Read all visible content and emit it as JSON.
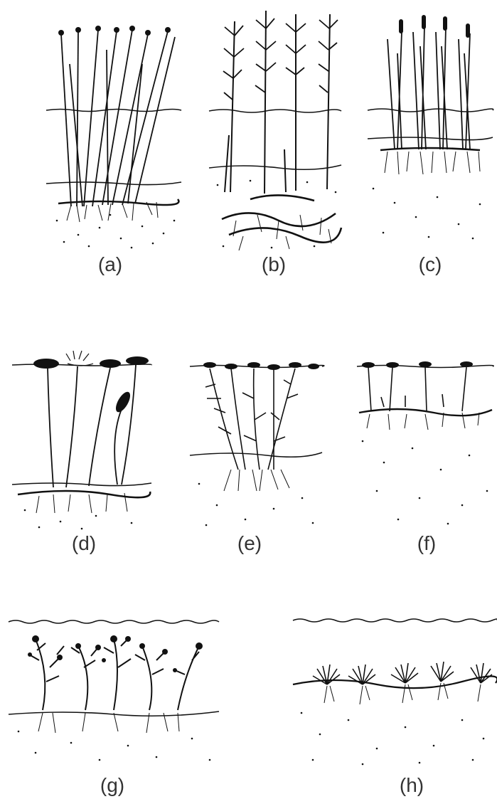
{
  "panels": [
    {
      "id": "a",
      "label": "(a)"
    },
    {
      "id": "b",
      "label": "(b)"
    },
    {
      "id": "c",
      "label": "(c)"
    },
    {
      "id": "d",
      "label": "(d)"
    },
    {
      "id": "e",
      "label": "(e)"
    },
    {
      "id": "f",
      "label": "(f)"
    },
    {
      "id": "g",
      "label": "(g)"
    },
    {
      "id": "h",
      "label": "(h)"
    }
  ],
  "colors": {
    "ink": "#111111",
    "caption": "#333333",
    "background": "#ffffff"
  }
}
